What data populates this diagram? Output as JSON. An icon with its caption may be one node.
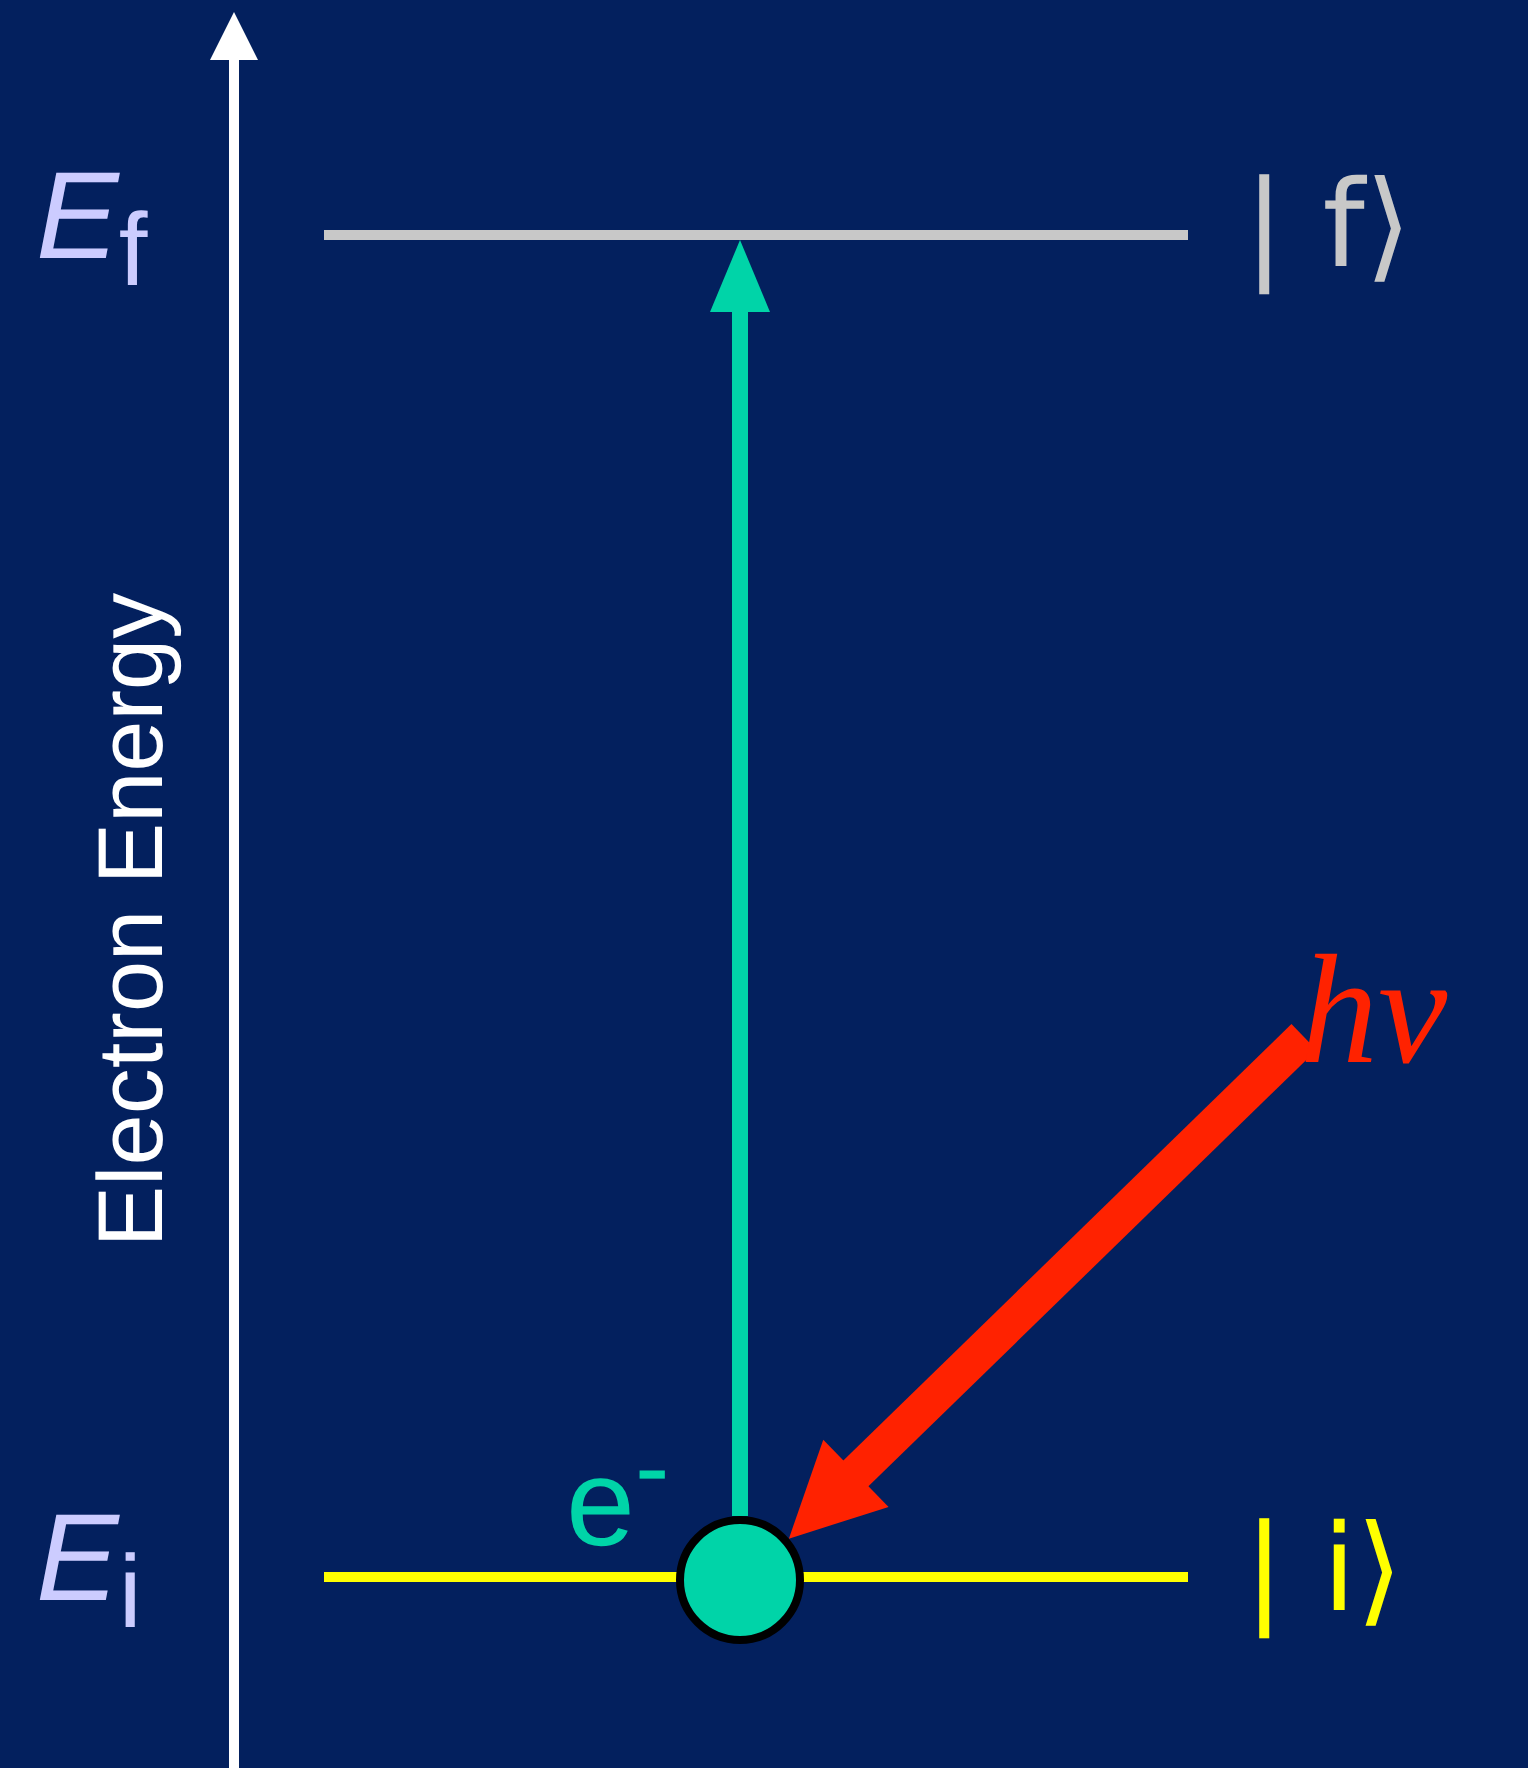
{
  "diagram": {
    "nodes": [
      {
        "text": [],
        "shape": "circle",
        "beside": [
          "e$^{-}$"
        ]
      },
      {
        "text": [],
        "shape": "bar",
        "beside": [
          "*E*$_{f}$",
          "| f⟩"
        ]
      },
      {
        "text": [],
        "shape": "bar",
        "beside": [
          "*E*$_{i}$",
          "| i⟩"
        ]
      },
      {
        "text": [
          "hν"
        ]
      }
    ],
    "edges": [
      {
        "from": 0,
        "to": 1,
        "arrow": "to",
        "color": "#00d4a8"
      },
      {
        "from": 3,
        "to": 0,
        "arrow": "to",
        "style": "thick",
        "color": "#ff2200"
      }
    ],
    "labels": [
      "Electron Energy"
    ]
  }
}
